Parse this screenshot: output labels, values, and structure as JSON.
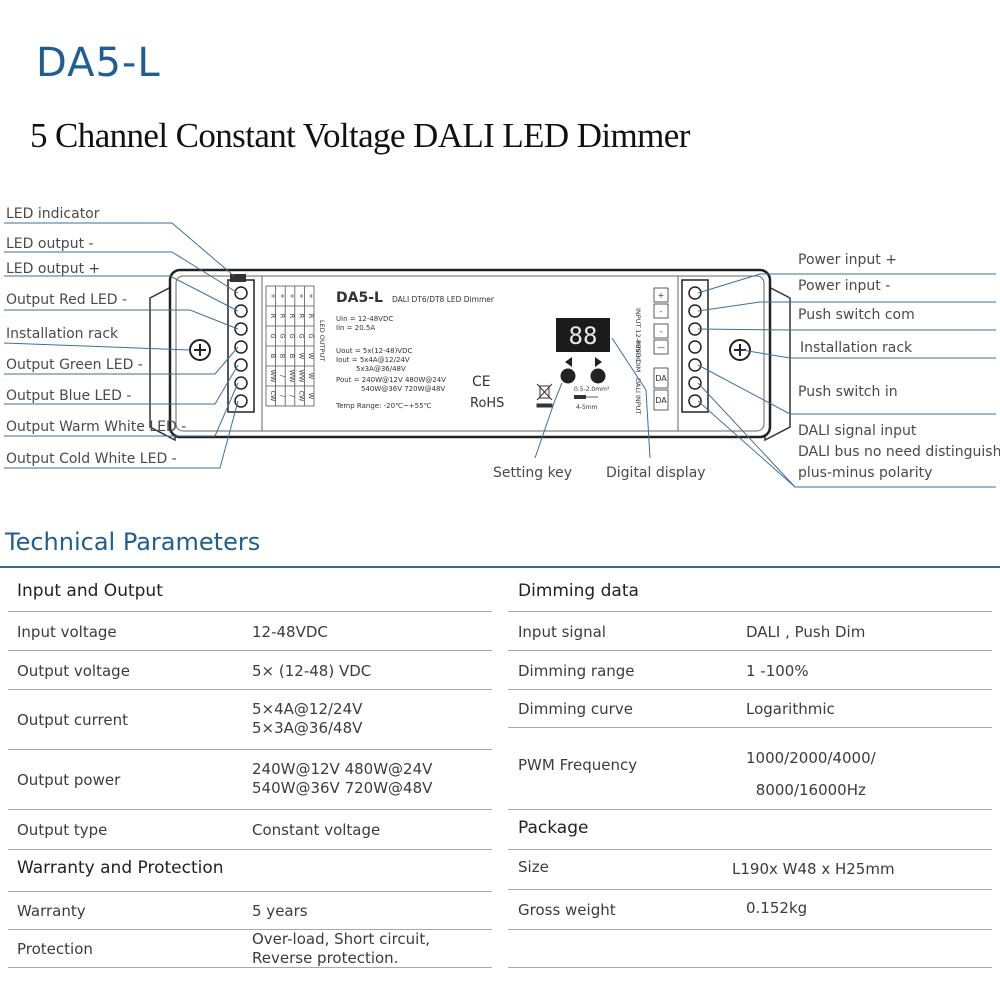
{
  "header": {
    "model": "DA5-L",
    "subtitle": "5 Channel Constant Voltage DALI LED Dimmer"
  },
  "diagram": {
    "left_labels": [
      "LED indicator",
      "LED output -",
      "LED output +",
      "Output Red LED -",
      "Installation rack",
      "Output Green LED -",
      "Output Blue LED -",
      "Output Warm White LED -",
      "Output Cold White LED -"
    ],
    "right_labels": [
      "Power input +",
      "Power input -",
      "Push switch com",
      "Installation rack",
      "Push switch in",
      "DALI signal input",
      "DALI bus no need distinguish",
      "plus-minus polarity"
    ],
    "bottom_labels": [
      "Setting key",
      "Digital display"
    ],
    "device": {
      "model": "DA5-L",
      "desc": "DALI DT6/DT8 LED Dimmer",
      "uin": "Uin = 12-48VDC",
      "iin": "Iin = 20.5A",
      "uout": "Uout = 5x(12-48)VDC",
      "iout1": "Iout = 5x4A@12/24V",
      "iout2": "5x3A@36/48V",
      "pout1": "Pout = 240W@12V  480W@24V",
      "pout2": "540W@36V  720W@48V",
      "temp": "Temp Range: -20℃~+55℃",
      "display": "88",
      "ce": "CE",
      "rohs": "RoHS",
      "wire1": "0.5-2.0mm²",
      "wire2": "4-5mm",
      "output_label": "LED OUTPUT",
      "input_label": "INPUT 12-48VDC",
      "push_label": "PUSH DIM",
      "dali_label": "DALI INPUT",
      "grid_rows": [
        [
          "+",
          "+",
          "+",
          "+",
          "+"
        ],
        [
          "R",
          "R",
          "R",
          "R",
          "R"
        ],
        [
          "G",
          "G",
          "G",
          "G",
          "G"
        ],
        [
          "B",
          "B",
          "B",
          "W",
          "W"
        ],
        [
          "WW",
          "/",
          "WW",
          "WW",
          "W"
        ],
        [
          "CW",
          "/",
          "/",
          "CW",
          "W"
        ]
      ],
      "right_terms": [
        "+",
        "-",
        "-",
        "—",
        "DA",
        "DA"
      ]
    }
  },
  "params": {
    "heading": "Technical Parameters",
    "left": {
      "section1": "Input and Output",
      "rows": [
        {
          "label": "Input voltage",
          "value": "12-48VDC"
        },
        {
          "label": "Output voltage",
          "value": "5× (12-48) VDC"
        },
        {
          "label": "Output current",
          "value": "5×4A@12/24V\n5×3A@36/48V"
        },
        {
          "label": "Output power",
          "value": "240W@12V   480W@24V\n540W@36V   720W@48V"
        },
        {
          "label": "Output type",
          "value": "Constant voltage"
        }
      ],
      "section2": "Warranty and Protection",
      "rows2": [
        {
          "label": "Warranty",
          "value": "5 years"
        },
        {
          "label": "Protection",
          "value": "Over-load, Short circuit,\nReverse protection."
        }
      ]
    },
    "right": {
      "section1": "Dimming data",
      "rows": [
        {
          "label": "Input signal",
          "value": "DALI , Push Dim"
        },
        {
          "label": "Dimming range",
          "value": "1 -100%"
        },
        {
          "label": "Dimming curve",
          "value": "Logarithmic"
        },
        {
          "label": "PWM Frequency",
          "value": "1000/2000/4000/\n8000/16000Hz"
        }
      ],
      "section2": "Package",
      "rows2": [
        {
          "label": "Size",
          "value": "L190x W48 x H25mm"
        },
        {
          "label": "Gross weight",
          "value": "0.152kg"
        }
      ]
    }
  }
}
